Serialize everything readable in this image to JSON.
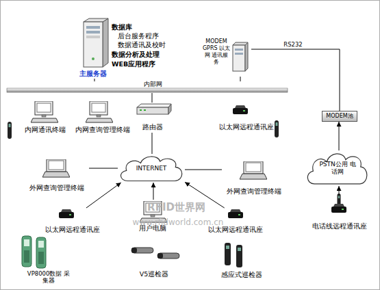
{
  "diagram": {
    "nodes": [
      {
        "text": [
          "数据库",
          "后台服务程序",
          "数据通讯及校时",
          "数据分析及处理",
          "WEB应用程序",
          "主服务器"
        ]
      },
      {
        "text": [
          "内部网"
        ]
      },
      {
        "text": [
          "MODEM GPRS 以太网 通讯服务"
        ]
      },
      {
        "text": [
          "内网通讯终端"
        ]
      },
      {
        "text": [
          "内网查询管理终端"
        ]
      },
      {
        "text": [
          "路由器"
        ]
      },
      {
        "text": [
          "以太网远程通讯座"
        ]
      },
      {
        "text": [
          "MODEM池"
        ]
      },
      {
        "text": [
          "INTERNET"
        ]
      },
      {
        "text": [
          "PSTN公用 电话网"
        ]
      },
      {
        "text": [
          "外网查询管理终端"
        ]
      },
      {
        "text": [
          "外网查询管理终端"
        ]
      },
      {
        "text": [
          "以太网远程通讯座"
        ]
      },
      {
        "text": [
          "用户电脑"
        ]
      },
      {
        "text": [
          "以太网远程通讯座"
        ]
      },
      {
        "text": [
          "电话线远程通讯座"
        ]
      },
      {
        "text": [
          "VP8000数据 采集器"
        ]
      },
      {
        "text": [
          "V5巡检器"
        ]
      },
      {
        "text": [
          "感应式巡检器"
        ]
      }
    ],
    "edges": [
      {
        "from": 0,
        "to": 1,
        "arrow": "none"
      },
      {
        "from": 2,
        "to": 1,
        "arrow": "none"
      },
      {
        "from": 1,
        "to": 5,
        "arrow": "none"
      },
      {
        "from": 5,
        "to": 8,
        "arrow": "none"
      },
      {
        "from": 10,
        "to": 8,
        "arrow": "none"
      },
      {
        "from": 11,
        "to": 8,
        "arrow": "none"
      },
      {
        "from": 12,
        "to": 8,
        "arrow": "to"
      },
      {
        "from": 13,
        "to": 8,
        "arrow": "to"
      },
      {
        "from": 14,
        "to": 8,
        "arrow": "to"
      },
      {
        "from": 15,
        "to": 9,
        "arrow": "to"
      },
      {
        "from": 9,
        "to": 7,
        "arrow": "to"
      },
      {
        "from": 7,
        "to": 2,
        "label": "RS232",
        "arrow": "none"
      }
    ],
    "labels": [
      "RFID世界网",
      "www.rfidworld.com.cn"
    ]
  }
}
